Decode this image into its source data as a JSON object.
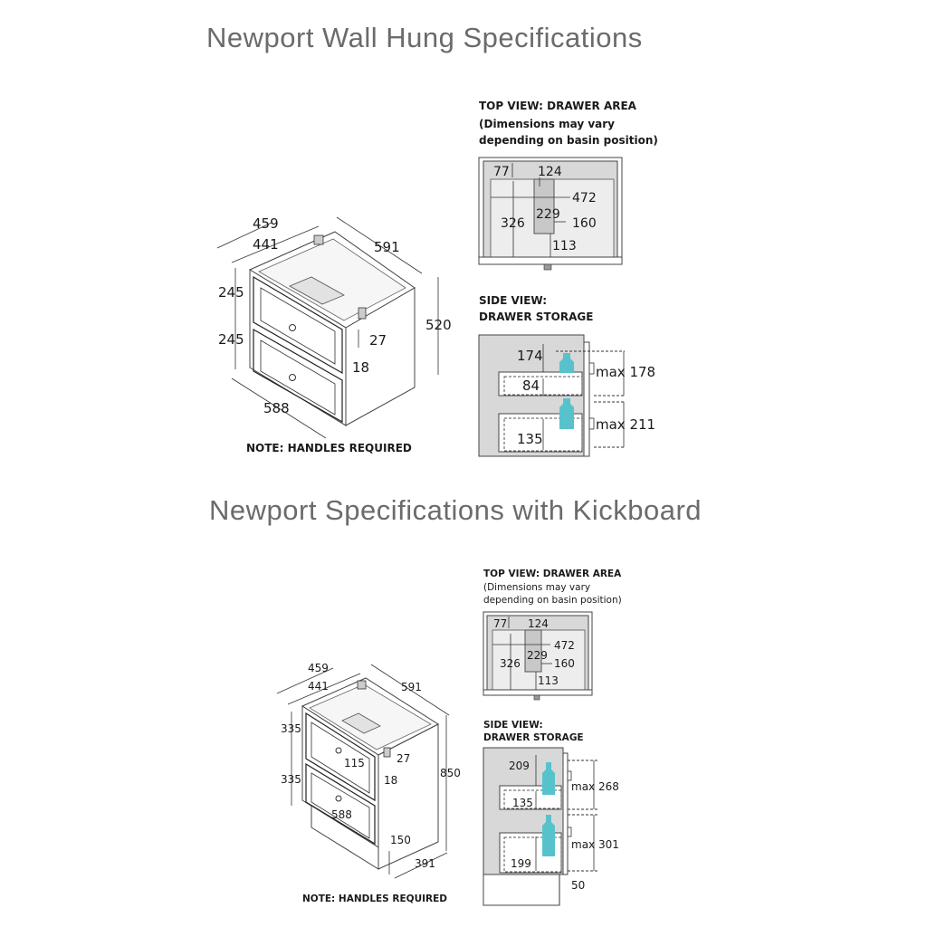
{
  "titles": {
    "wall_hung": "Newport Wall Hung Specifications",
    "kickboard": "Newport Specifications with Kickboard"
  },
  "wall_hung": {
    "cabinet": {
      "depth_outer": "459",
      "depth_inner": "441",
      "width_top": "591",
      "height": "520",
      "drawer_upper": "245",
      "drawer_lower": "245",
      "front_gap": "27",
      "side_thickness": "18",
      "width_bottom": "588",
      "note": "NOTE: HANDLES REQUIRED"
    },
    "top_view": {
      "heading": "TOP VIEW: DRAWER AREA",
      "subheading_1": "(Dimensions may vary",
      "subheading_2": "depending on basin position)",
      "d77": "77",
      "d124": "124",
      "d472": "472",
      "d326": "326",
      "d229": "229",
      "d160": "160",
      "d113": "113"
    },
    "side_view": {
      "heading_1": "SIDE VIEW:",
      "heading_2": "DRAWER STORAGE",
      "d174": "174",
      "max_upper": "max 178",
      "d84": "84",
      "max_lower": "max 211",
      "d135": "135"
    }
  },
  "kickboard": {
    "cabinet": {
      "depth_outer": "459",
      "depth_inner": "441",
      "width_top": "591",
      "height": "850",
      "drawer_upper": "335",
      "drawer_lower": "335",
      "front_gap": "27",
      "inner_dim": "115",
      "side_thickness": "18",
      "width_bottom": "588",
      "kick_height": "150",
      "kick_depth": "391",
      "note": "NOTE: HANDLES REQUIRED"
    },
    "top_view": {
      "heading": "TOP VIEW: DRAWER AREA",
      "subheading_1": "(Dimensions may vary",
      "subheading_2": "depending on basin position)",
      "d77": "77",
      "d124": "124",
      "d472": "472",
      "d326": "326",
      "d229": "229",
      "d160": "160",
      "d113": "113"
    },
    "side_view": {
      "heading_1": "SIDE VIEW:",
      "heading_2": "DRAWER STORAGE",
      "d209": "209",
      "max_upper": "max 268",
      "d135": "135",
      "max_lower": "max 301",
      "d199": "199",
      "d50": "50"
    }
  },
  "colors": {
    "title": "#6b6b6b",
    "bottle": "#58c2cc",
    "panel_grey": "#d8d8d8"
  }
}
